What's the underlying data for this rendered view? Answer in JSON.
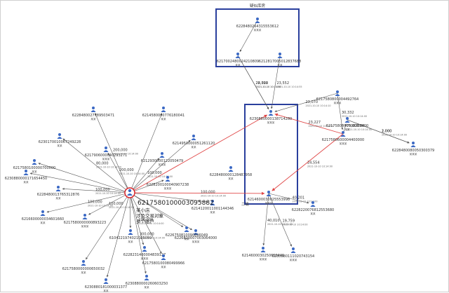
{
  "group_title": "疑似库房",
  "group_label": "二级",
  "center": {
    "account": "6217580100003095882",
    "note_lines": [
      "某小店",
      "涉及交易对象",
      "多个账户"
    ]
  },
  "nodes": [
    {
      "id": "top",
      "account": "6228480264315553612",
      "name": "某某某"
    },
    {
      "id": "tl",
      "account": "6217002480024210809",
      "name": "某某"
    },
    {
      "id": "tr",
      "account": "6212817005012837688",
      "name": "某某"
    },
    {
      "id": "mid",
      "account": "6230880000138714280",
      "name": "某某某"
    },
    {
      "id": "low",
      "account": "6214600030025553998",
      "name": "某某某"
    },
    {
      "id": "inner",
      "account": "6228480000128487958",
      "name": "某某"
    },
    {
      "id": "r1",
      "account": "6217580800004492764",
      "name": "某某某"
    },
    {
      "id": "r2",
      "account": "6217580600004400000",
      "name": "某某某"
    },
    {
      "id": "r3",
      "account": "6217580800008200000",
      "name": "某某"
    },
    {
      "id": "r4",
      "account": "6228480080050300379",
      "name": "某某某"
    },
    {
      "id": "r5",
      "account": "6228220076812553680",
      "name": "某某"
    },
    {
      "id": "b1",
      "account": "6214600030250656441",
      "name": "某某某"
    },
    {
      "id": "b2",
      "account": "6230880111020743154",
      "name": "某某某"
    },
    {
      "id": "m1",
      "account": "6214120011001144346",
      "name": "某某"
    },
    {
      "id": "m2",
      "account": "6226820007003064000",
      "name": "某某某"
    },
    {
      "id": "c1",
      "account": "6228480027789503471",
      "name": "某某"
    },
    {
      "id": "c2",
      "account": "6214580000776180041",
      "name": "某某"
    },
    {
      "id": "c3",
      "account": "6230170010067249228",
      "name": "某某"
    },
    {
      "id": "c4",
      "account": "6217906000040293271",
      "name": "某某某"
    },
    {
      "id": "c5",
      "account": "6214950000051261120",
      "name": "某某"
    },
    {
      "id": "c6",
      "account": "6212930000122050479",
      "name": "某某某"
    },
    {
      "id": "c7",
      "account": "6217580100000700000",
      "name": "某某"
    },
    {
      "id": "c8",
      "account": "6230880000171654450",
      "name": "某某"
    },
    {
      "id": "c9",
      "account": "6228480013765312876",
      "name": "某某"
    },
    {
      "id": "c10",
      "account": "6228200100040907238",
      "name": "某某某"
    },
    {
      "id": "c11",
      "account": "6216600000034601660",
      "name": "某某"
    },
    {
      "id": "c12",
      "account": "6217580000000893223",
      "name": "某某某"
    },
    {
      "id": "c13",
      "account": "6104221974021025059",
      "name": "某某"
    },
    {
      "id": "c14",
      "account": "6226750810090896049",
      "name": "某某"
    },
    {
      "id": "c15",
      "account": "6228231400004839127",
      "name": "某某某"
    },
    {
      "id": "c16",
      "account": "6217580000000650032",
      "name": "某某"
    },
    {
      "id": "c17",
      "account": "6217580100080499966",
      "name": "某某"
    },
    {
      "id": "c18",
      "account": "6230880181000031377",
      "name": "某某"
    },
    {
      "id": "c19",
      "account": "6230880000260603250",
      "name": "某某"
    }
  ],
  "edges": [
    {
      "from": "top",
      "to": "tl",
      "amount": "",
      "date": ""
    },
    {
      "from": "tl",
      "to": "mid",
      "amount": "28,728",
      "date": "2021-10-10 10:14:55"
    },
    {
      "from": "tl",
      "to": "mid",
      "amount": "22,002",
      "date": "2021-10-10 10:14:10"
    },
    {
      "from": "tr",
      "to": "mid",
      "amount": "23,552",
      "date": "2021-10-10 10:14:55"
    },
    {
      "from": "r1",
      "to": "mid",
      "amount": "23,070",
      "date": "2021-10-10 10:14:10"
    },
    {
      "from": "r2",
      "to": "mid",
      "amount": "23,227",
      "date": "2021-10-10 10:14:00"
    },
    {
      "from": "r1",
      "to": "r2",
      "amount": "30,332",
      "date": "2021-10-10 10:14:00"
    },
    {
      "from": "r2",
      "to": "r3",
      "amount": "75,000.04",
      "date": "2021-10-10 10:14:00"
    },
    {
      "from": "r3",
      "to": "r4",
      "amount": "2,000",
      "date": "2021-10-10 10:14:00"
    },
    {
      "from": "r3",
      "to": "r4",
      "amount": "1,000",
      "date": ""
    },
    {
      "from": "r2",
      "to": "low",
      "amount": "24,554",
      "date": "2021-10-10 10:14:00"
    },
    {
      "from": "low",
      "to": "r5",
      "amount": "40,201",
      "date": "2021-10-10 10:14:00"
    },
    {
      "from": "low",
      "to": "b1",
      "amount": "40,010",
      "date": "2021-10-10 10:14:00"
    },
    {
      "from": "low",
      "to": "b2",
      "amount": "19,759",
      "date": "2021-10-10 10:14:00"
    },
    {
      "from": "center",
      "to": "low",
      "amount": "100,000",
      "date": "2021-10-10 10:14:00"
    },
    {
      "from": "center",
      "to": "mid",
      "amount": "",
      "date": ""
    },
    {
      "from": "center",
      "to": "c1",
      "amount": "200,000",
      "date": "2021-10-10 10:14:00"
    },
    {
      "from": "center",
      "to": "c2",
      "amount": "",
      "date": ""
    },
    {
      "from": "center",
      "to": "c3",
      "amount": "80,000",
      "date": "2021-10-10 10:14:00"
    },
    {
      "from": "center",
      "to": "c4",
      "amount": "200,000",
      "date": "2021-10-10 10:14:00"
    },
    {
      "from": "center",
      "to": "c5",
      "amount": "",
      "date": ""
    },
    {
      "from": "center",
      "to": "c6",
      "amount": "100,000",
      "date": "2021-10-10 10:14:00"
    },
    {
      "from": "center",
      "to": "c7",
      "amount": "",
      "date": ""
    },
    {
      "from": "center",
      "to": "c8",
      "amount": "",
      "date": ""
    },
    {
      "from": "center",
      "to": "c9",
      "amount": "100,000",
      "date": "2021-10-10 10:14:00"
    },
    {
      "from": "center",
      "to": "c10",
      "amount": "",
      "date": ""
    },
    {
      "from": "center",
      "to": "c11",
      "amount": "100,000",
      "date": "2021-10-10 10:14:00"
    },
    {
      "from": "center",
      "to": "c12",
      "amount": "100,000",
      "date": "2021-10-10 10:14:00"
    },
    {
      "from": "center",
      "to": "c13",
      "amount": "",
      "date": ""
    },
    {
      "from": "center",
      "to": "c14",
      "amount": "",
      "date": ""
    },
    {
      "from": "center",
      "to": "c15",
      "amount": "100,000",
      "date": "2021-10-10 10:14:00"
    },
    {
      "from": "center",
      "to": "c16",
      "amount": "",
      "date": ""
    },
    {
      "from": "center",
      "to": "c17",
      "amount": "",
      "date": ""
    },
    {
      "from": "center",
      "to": "c18",
      "amount": "",
      "date": ""
    },
    {
      "from": "center",
      "to": "c19",
      "amount": "300,000",
      "date": "2021-10-10 10:14:00"
    },
    {
      "from": "center",
      "to": "m1",
      "amount": "",
      "date": ""
    },
    {
      "from": "center",
      "to": "m2",
      "amount": "",
      "date": ""
    }
  ],
  "colors": {
    "box": "#2a3f9d",
    "red_edge": "#e04646",
    "edge": "#555555",
    "person": "#3a68c4",
    "center_ring": "#d9262b"
  }
}
